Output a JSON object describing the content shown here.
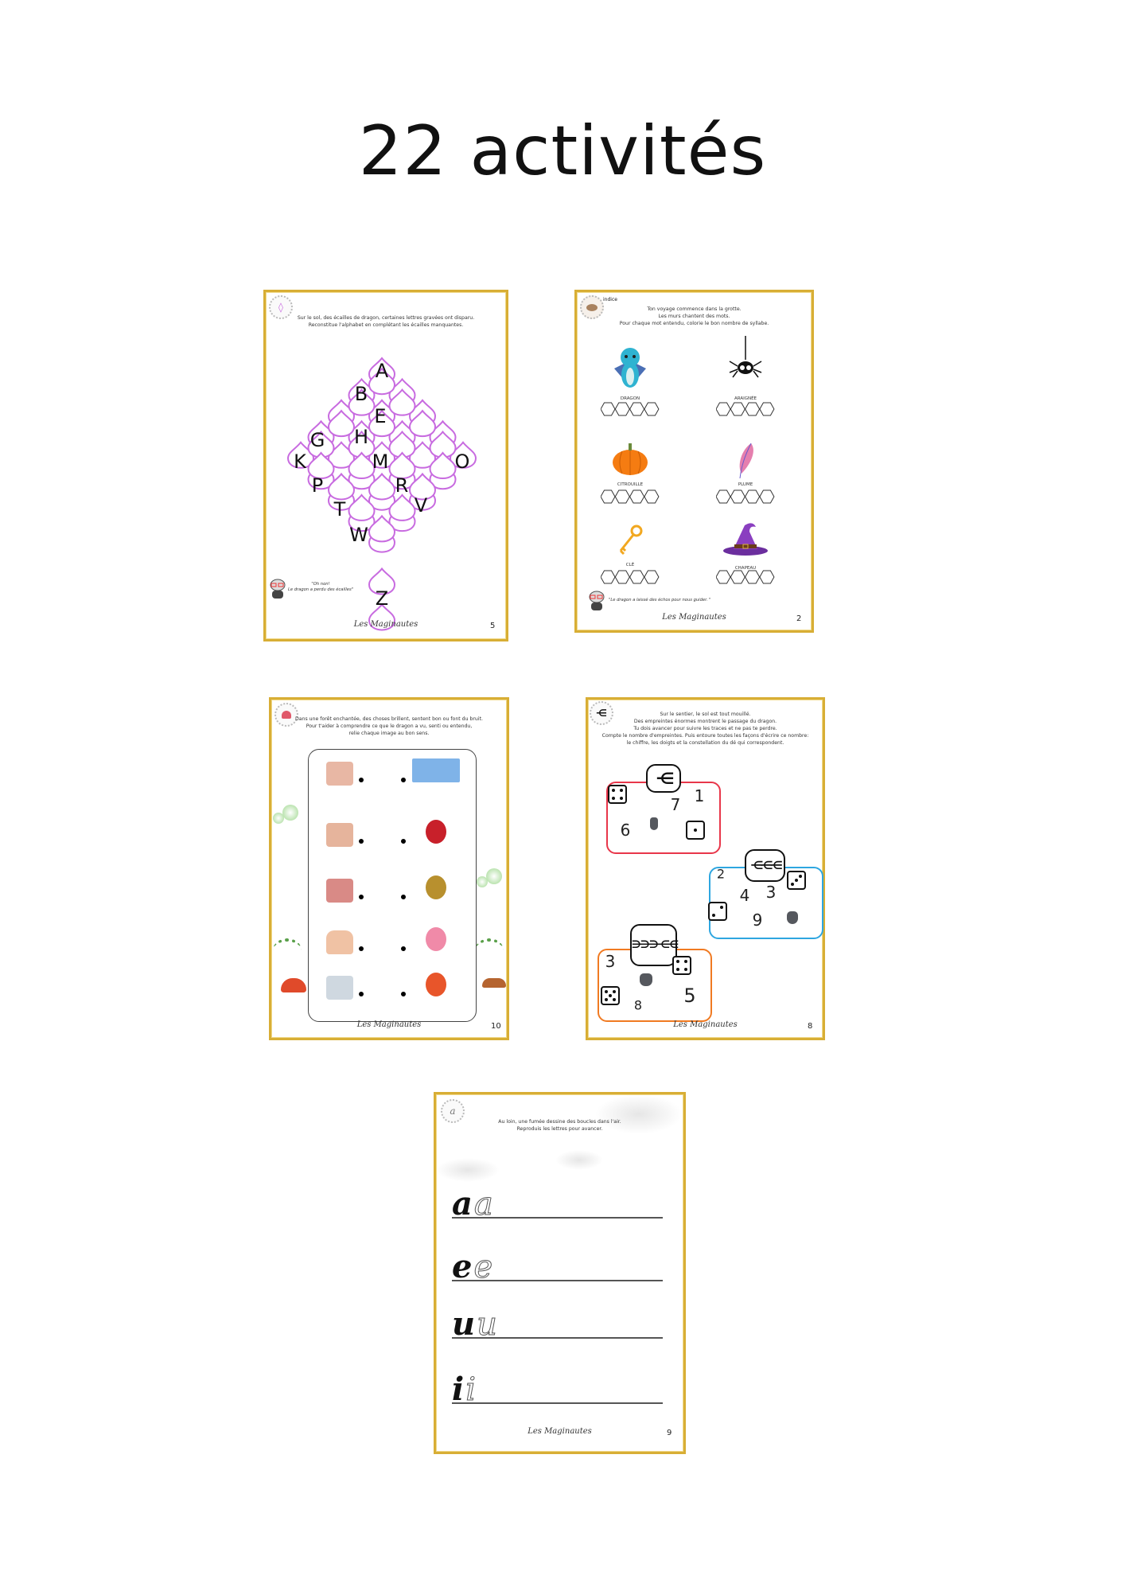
{
  "title": "22 activités",
  "brand": "Les Maginautes",
  "pages": {
    "alphabet": {
      "number": "5",
      "instructions": [
        "Sur le sol, des écailles de dragon, certaines lettres gravées ont disparu.",
        "Reconstitue l'alphabet en complétant les écailles manquantes."
      ],
      "letters": [
        "A",
        "B",
        "E",
        "G",
        "H",
        "K",
        "M",
        "O",
        "P",
        "R",
        "T",
        "V",
        "W",
        "Z"
      ],
      "quote": [
        "\"Oh non!",
        "Le dragon a perdu des écailles\""
      ],
      "accent": "#c86be0"
    },
    "syllables": {
      "number": "2",
      "hint": "indice",
      "instructions": [
        "Ton voyage commence dans la grotte.",
        "Les murs chantent des mots.",
        "Pour chaque mot entendu, colorie le bon nombre de syllabe."
      ],
      "words": [
        "DRAGON",
        "ARAIGNÉE",
        "CITROUILLE",
        "PLUME",
        "CLÉ",
        "CHAPEAU"
      ],
      "quote": "\"Le dragon a laissé des échos pour nous guider. \""
    },
    "senses": {
      "number": "10",
      "instructions": [
        "Dans une forêt enchantée, des choses brillent, sentent bon ou font du bruit.",
        "Pour t'aider à comprendre ce que le dragon a vu, senti ou entendu,",
        "relie chaque image au bon sens."
      ],
      "left_items": [
        "nose-image",
        "ear-image",
        "lips-image",
        "hand-image",
        "eye-image"
      ],
      "right_items": [
        "rainbow-sky-image",
        "roses-image",
        "bell-image",
        "cupcake-image",
        "feather-image"
      ]
    },
    "counting": {
      "number": "8",
      "instructions": [
        "Sur le sentier, le sol est tout mouillé.",
        "Des empreintes énormes montrent le passage du dragon.",
        "Tu dois avancer pour suivre les traces et ne pas te perdre.",
        "Compte le nombre d'empreintes. Puis entoure toutes les façons d'écrire ce nombre:",
        "le chiffre, les doigts et la constellation du dé qui correspondent."
      ],
      "groups": [
        {
          "color": "#e8364a",
          "footprints": 1,
          "numbers": [
            "1",
            "7",
            "6"
          ]
        },
        {
          "color": "#2ea6e0",
          "footprints": 3,
          "numbers": [
            "2",
            "4",
            "3",
            "9"
          ]
        },
        {
          "color": "#f07a22",
          "footprints": 5,
          "numbers": [
            "3",
            "8",
            "5"
          ]
        }
      ]
    },
    "writing": {
      "number": "9",
      "instructions": [
        "Au loin, une fumée dessine des boucles dans l'air.",
        "Reproduis les lettres pour avancer."
      ],
      "letters": [
        "a",
        "e",
        "u",
        "i"
      ]
    }
  },
  "colors": {
    "gold": "#d8ae35",
    "scale": "#c86be0"
  }
}
